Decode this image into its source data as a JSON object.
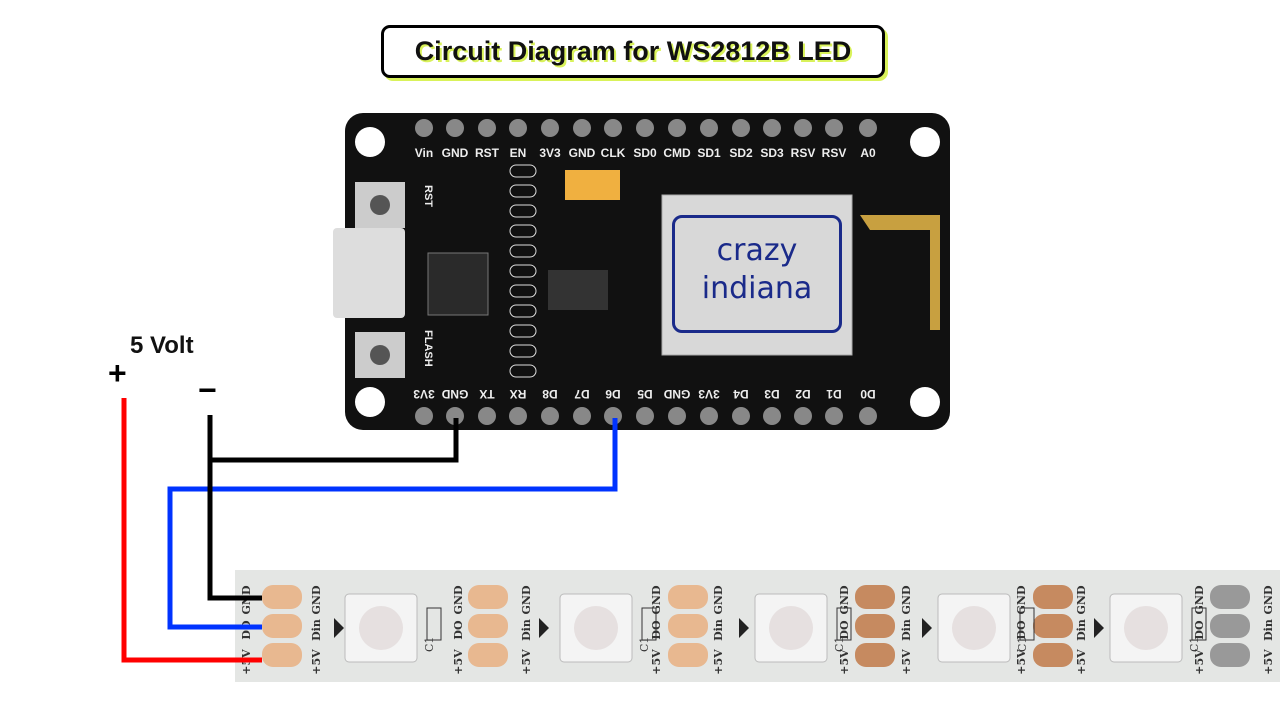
{
  "title": "Circuit Diagram for WS2812B LED",
  "power": {
    "label": "5 Volt",
    "plus": "+",
    "minus": "−"
  },
  "board": {
    "top_pins": [
      "Vin",
      "GND",
      "RST",
      "EN",
      "3V3",
      "GND",
      "CLK",
      "SD0",
      "CMD",
      "SD1",
      "SD2",
      "SD3",
      "RSV",
      "RSV",
      "A0"
    ],
    "bottom_pins": [
      "3V3",
      "GND",
      "TX",
      "RX",
      "D8",
      "D7",
      "D6",
      "D5",
      "GND",
      "3V3",
      "D4",
      "D3",
      "D2",
      "D1",
      "D0"
    ],
    "button_labels": [
      "RST",
      "FLASH"
    ],
    "logo": [
      "crazy",
      "indiana"
    ]
  },
  "strip": {
    "pad_labels_in": [
      "GND",
      "Din",
      "+5V"
    ],
    "pad_labels_out": [
      "GND",
      "DO",
      "+5V"
    ],
    "cap_label": "C1"
  },
  "wire_colors": {
    "plus": "#ff0000",
    "data": "#0033ff",
    "ground": "#000000"
  }
}
